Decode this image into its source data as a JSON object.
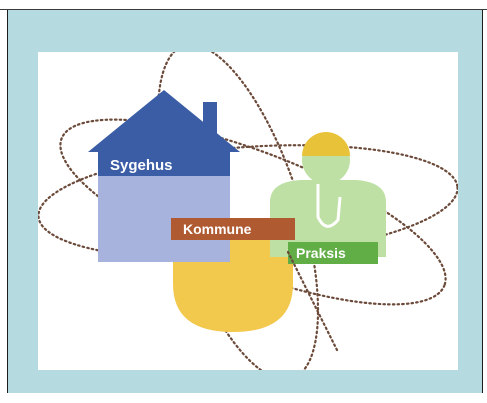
{
  "labels": {
    "hospital": "Sygehus",
    "municipality": "Kommune",
    "practice": "Praksis"
  },
  "colors": {
    "background": "#b5dbe0",
    "house_roof": "#3a5da6",
    "house_body": "#a7b3dd",
    "municipality_box": "#b05a32",
    "municipality_pot": "#f2c84d",
    "practice_body": "#bfe0a4",
    "practice_label": "#61ad46",
    "doctor_head": "#e8c238",
    "orbit_dots": "#6b4a3a"
  },
  "icons": [
    "house-icon",
    "doctor-icon",
    "pot-icon",
    "orbit-icon"
  ]
}
